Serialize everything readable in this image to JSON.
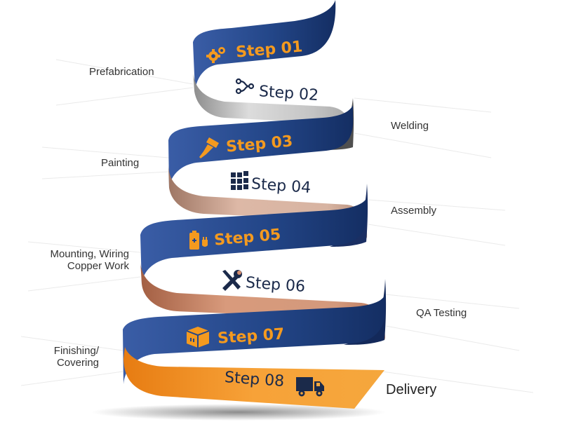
{
  "steps": [
    {
      "label": "Step 01",
      "icon": "gears-icon",
      "band": "blue"
    },
    {
      "label": "Step 02",
      "icon": "process-nodes-icon",
      "band": "silver"
    },
    {
      "label": "Step 03",
      "icon": "paint-brush-icon",
      "band": "blue"
    },
    {
      "label": "Step 04",
      "icon": "grid-blocks-icon",
      "band": "rose"
    },
    {
      "label": "Step 05",
      "icon": "battery-plug-icon",
      "band": "blue"
    },
    {
      "label": "Step 06",
      "icon": "tools-icon",
      "band": "copper"
    },
    {
      "label": "Step 07",
      "icon": "package-box-icon",
      "band": "blue"
    },
    {
      "label": "Step 08",
      "icon": "delivery-truck-icon",
      "band": "orange"
    }
  ],
  "labels": {
    "prefabrication": "Prefabrication",
    "welding": "Welding",
    "painting": "Painting",
    "assembly": "Assembly",
    "mounting_line1": "Mounting, Wiring",
    "mounting_line2": "Copper Work",
    "qa_testing": "QA Testing",
    "finishing_line1": "Finishing/",
    "finishing_line2": "Covering",
    "delivery": "Delivery"
  },
  "colors": {
    "blue": "#1f3f82",
    "blue_dark": "#122a5c",
    "orange_text": "#f49a1f",
    "dark_text": "#1b2a4a",
    "silver": "#c9c9c9",
    "rose": "#d3a996",
    "copper": "#c98466",
    "orange": "#f29421"
  }
}
